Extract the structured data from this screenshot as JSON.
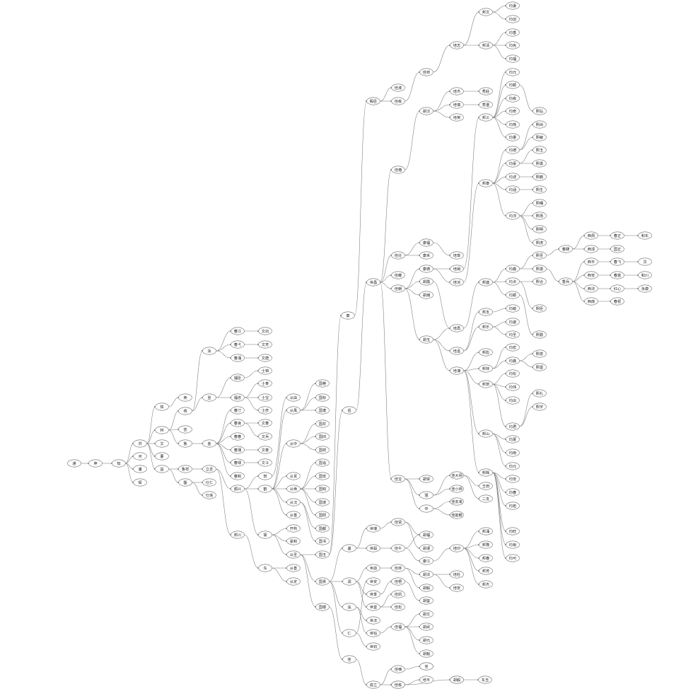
{
  "diagram": {
    "nodes": [
      {
        "id": "n0",
        "label": "通"
      },
      {
        "id": "n1",
        "label": "坤"
      },
      {
        "id": "n2",
        "label": "知"
      },
      {
        "id": "n3",
        "label": "洪"
      },
      {
        "id": "n4",
        "label": "河"
      },
      {
        "id": "n5",
        "label": "潘"
      },
      {
        "id": "n6",
        "label": "琛"
      },
      {
        "id": "n7",
        "label": "铁"
      },
      {
        "id": "n8",
        "label": "林"
      },
      {
        "id": "n9",
        "label": "文"
      },
      {
        "id": "n10",
        "label": "董"
      },
      {
        "id": "n11",
        "label": "益"
      },
      {
        "id": "n12",
        "label": "英"
      },
      {
        "id": "n13",
        "label": "燕"
      },
      {
        "id": "n14",
        "label": "佶"
      },
      {
        "id": "n15",
        "label": "鲁"
      },
      {
        "id": "n16",
        "label": "鲁祥"
      },
      {
        "id": "n17",
        "label": "馥"
      },
      {
        "id": "n18",
        "label": "泳"
      },
      {
        "id": "n19",
        "label": "昱"
      },
      {
        "id": "n20",
        "label": "金"
      },
      {
        "id": "n21",
        "label": "立丞"
      },
      {
        "id": "n22",
        "label": "仕仁"
      },
      {
        "id": "n23",
        "label": "仕信"
      },
      {
        "id": "n24",
        "label": "春江"
      },
      {
        "id": "n25",
        "label": "春弋"
      },
      {
        "id": "n26",
        "label": "春涌"
      },
      {
        "id": "n27",
        "label": "文出"
      },
      {
        "id": "n28",
        "label": "文芳"
      },
      {
        "id": "n29",
        "label": "文唐"
      },
      {
        "id": "n30",
        "label": "福臣"
      },
      {
        "id": "n31",
        "label": "福忠"
      },
      {
        "id": "n32",
        "label": "士锦"
      },
      {
        "id": "n33",
        "label": "士奉"
      },
      {
        "id": "n34",
        "label": "士宝"
      },
      {
        "id": "n35",
        "label": "士彦"
      },
      {
        "id": "n36",
        "label": "春汀"
      },
      {
        "id": "n37",
        "label": "春良"
      },
      {
        "id": "n38",
        "label": "春春"
      },
      {
        "id": "n39",
        "label": "春蒲"
      },
      {
        "id": "n40",
        "label": "春禄"
      },
      {
        "id": "n41",
        "label": "春和"
      },
      {
        "id": "n42",
        "label": "文奏"
      },
      {
        "id": "n43",
        "label": "文兵"
      },
      {
        "id": "n44",
        "label": "文泰"
      },
      {
        "id": "n45",
        "label": "文斗"
      },
      {
        "id": "n46",
        "label": "顺兴"
      },
      {
        "id": "n47",
        "label": "邦川"
      },
      {
        "id": "n48",
        "label": "筑"
      },
      {
        "id": "n49",
        "label": "鹤"
      },
      {
        "id": "n50",
        "label": "寰"
      },
      {
        "id": "n51",
        "label": "从由"
      },
      {
        "id": "n52",
        "label": "从禹"
      },
      {
        "id": "n53",
        "label": "从中"
      },
      {
        "id": "n54",
        "label": "从贯"
      },
      {
        "id": "n55",
        "label": "从舜"
      },
      {
        "id": "n56",
        "label": "从汉"
      },
      {
        "id": "n57",
        "label": "从善"
      },
      {
        "id": "n58",
        "label": "开构"
      },
      {
        "id": "n59",
        "label": "豪和"
      },
      {
        "id": "n60",
        "label": "从圣"
      },
      {
        "id": "n61",
        "label": "东"
      },
      {
        "id": "n62",
        "label": "从善"
      },
      {
        "id": "n63",
        "label": "从定"
      },
      {
        "id": "n64",
        "label": "国艳"
      },
      {
        "id": "n65",
        "label": "国标"
      },
      {
        "id": "n66",
        "label": "国谱"
      },
      {
        "id": "n67",
        "label": "国井"
      },
      {
        "id": "n68",
        "label": "国旧"
      },
      {
        "id": "n69",
        "label": "国祥"
      },
      {
        "id": "n70",
        "label": "国诣"
      },
      {
        "id": "n71",
        "label": "国安"
      },
      {
        "id": "n72",
        "label": "国知"
      },
      {
        "id": "n73",
        "label": "国道"
      },
      {
        "id": "n74",
        "label": "国阳"
      },
      {
        "id": "n75",
        "label": "国都"
      },
      {
        "id": "n76",
        "label": "国书"
      },
      {
        "id": "n77",
        "label": "国玉"
      },
      {
        "id": "n78",
        "label": "国贵"
      },
      {
        "id": "n79",
        "label": "国楼"
      },
      {
        "id": "n80",
        "label": "秦"
      },
      {
        "id": "n81",
        "label": "岳"
      },
      {
        "id": "n82",
        "label": "虞"
      },
      {
        "id": "n83",
        "label": "润"
      },
      {
        "id": "n84",
        "label": "泓"
      },
      {
        "id": "n85",
        "label": "仁"
      },
      {
        "id": "n86",
        "label": "佳"
      },
      {
        "id": "n87",
        "label": "殿臣"
      },
      {
        "id": "n88",
        "label": "世瑞"
      },
      {
        "id": "n89",
        "label": "世毂"
      },
      {
        "id": "n90",
        "label": "世勋"
      },
      {
        "id": "n91",
        "label": "世安"
      },
      {
        "id": "n92",
        "label": "世季"
      },
      {
        "id": "n93",
        "label": "世雷"
      },
      {
        "id": "n94",
        "label": "世法"
      },
      {
        "id": "n95",
        "label": "世钰"
      },
      {
        "id": "n96",
        "label": "世钧"
      },
      {
        "id": "n97",
        "label": "世昌"
      },
      {
        "id": "n98",
        "label": "成立"
      },
      {
        "id": "n99",
        "label": "佳淑"
      },
      {
        "id": "n100",
        "label": "佳栋"
      },
      {
        "id": "n101",
        "label": "佳楷"
      },
      {
        "id": "n102",
        "label": "佳壮"
      },
      {
        "id": "n103",
        "label": "佳耀"
      },
      {
        "id": "n104",
        "label": "佳朝"
      },
      {
        "id": "n105",
        "label": "佳宝"
      },
      {
        "id": "n106",
        "label": "佳贤"
      },
      {
        "id": "n107",
        "label": "佳午"
      },
      {
        "id": "n108",
        "label": "佳林"
      },
      {
        "id": "n109",
        "label": "佳梧"
      },
      {
        "id": "n110",
        "label": "佳凯"
      },
      {
        "id": "n111",
        "label": "佳松"
      },
      {
        "id": "n112",
        "label": "佳福"
      },
      {
        "id": "n113",
        "label": "佳楠"
      },
      {
        "id": "n114",
        "label": "佳栋"
      },
      {
        "id": "n115",
        "label": "佳桥"
      },
      {
        "id": "n116",
        "label": "胡汉"
      },
      {
        "id": "n117",
        "label": "康福"
      },
      {
        "id": "n118",
        "label": "康禾"
      },
      {
        "id": "n119",
        "label": "康德"
      },
      {
        "id": "n120",
        "label": "胡露"
      },
      {
        "id": "n121",
        "label": "胡瀚"
      },
      {
        "id": "n122",
        "label": "胡玉"
      },
      {
        "id": "n123",
        "label": "胡贤"
      },
      {
        "id": "n124",
        "label": "瑾"
      },
      {
        "id": "n125",
        "label": "中"
      },
      {
        "id": "n126",
        "label": "胡福"
      },
      {
        "id": "n127",
        "label": "胡漫"
      },
      {
        "id": "n128",
        "label": "康江"
      },
      {
        "id": "n129",
        "label": "胡法"
      },
      {
        "id": "n130",
        "label": "胡毅"
      },
      {
        "id": "n131",
        "label": "胡鉴"
      },
      {
        "id": "n132",
        "label": "胡文"
      },
      {
        "id": "n133",
        "label": "胡武"
      },
      {
        "id": "n134",
        "label": "胡元"
      },
      {
        "id": "n135",
        "label": "胡魁"
      },
      {
        "id": "n136",
        "label": "胡美"
      },
      {
        "id": "n137",
        "label": "培平"
      },
      {
        "id": "n138",
        "label": "培杰"
      },
      {
        "id": "n139",
        "label": "培慎"
      },
      {
        "id": "n140",
        "label": "培英"
      },
      {
        "id": "n141",
        "label": "培章"
      },
      {
        "id": "n142",
        "label": "培闽"
      },
      {
        "id": "n143",
        "label": "培沧"
      },
      {
        "id": "n144",
        "label": "培再"
      },
      {
        "id": "n145",
        "label": "培孟"
      },
      {
        "id": "n146",
        "label": "培濠"
      },
      {
        "id": "n147",
        "label": "培志"
      },
      {
        "id": "n148",
        "label": "佳大师"
      },
      {
        "id": "n149",
        "label": "佳小师"
      },
      {
        "id": "n150",
        "label": "佳去来"
      },
      {
        "id": "n151",
        "label": "佳能鞍"
      },
      {
        "id": "n152",
        "label": "培印"
      },
      {
        "id": "n153",
        "label": "培杜"
      },
      {
        "id": "n154",
        "label": "培安"
      },
      {
        "id": "n155",
        "label": "邦文"
      },
      {
        "id": "n156",
        "label": "邦清"
      },
      {
        "id": "n157",
        "label": "秀莊"
      },
      {
        "id": "n158",
        "label": "秀晋"
      },
      {
        "id": "n159",
        "label": "邦义"
      },
      {
        "id": "n160",
        "label": "邦泰"
      },
      {
        "id": "n161",
        "label": "邦盛"
      },
      {
        "id": "n162",
        "label": "邦支"
      },
      {
        "id": "n163",
        "label": "邦乐"
      },
      {
        "id": "n164",
        "label": "邦彪"
      },
      {
        "id": "n165",
        "label": "邦林"
      },
      {
        "id": "n166",
        "label": "邦筑"
      },
      {
        "id": "n167",
        "label": "邦山"
      },
      {
        "id": "n168",
        "label": "邦辉"
      },
      {
        "id": "n169",
        "label": "王田"
      },
      {
        "id": "n170",
        "label": "二支"
      },
      {
        "id": "n171",
        "label": "邦涌"
      },
      {
        "id": "n172",
        "label": "邦豫"
      },
      {
        "id": "n173",
        "label": "邦春"
      },
      {
        "id": "n174",
        "label": "邦芳"
      },
      {
        "id": "n175",
        "label": "邦杰"
      },
      {
        "id": "n176",
        "label": "均妻"
      },
      {
        "id": "n177",
        "label": "均创"
      },
      {
        "id": "n178",
        "label": "均香"
      },
      {
        "id": "n179",
        "label": "均宪"
      },
      {
        "id": "n180",
        "label": "均福"
      },
      {
        "id": "n181",
        "label": "均元"
      },
      {
        "id": "n182",
        "label": "均颖"
      },
      {
        "id": "n183",
        "label": "均栋"
      },
      {
        "id": "n184",
        "label": "均奇"
      },
      {
        "id": "n185",
        "label": "均熊"
      },
      {
        "id": "n186",
        "label": "均量"
      },
      {
        "id": "n187",
        "label": "均德"
      },
      {
        "id": "n188",
        "label": "均豪"
      },
      {
        "id": "n189",
        "label": "均述"
      },
      {
        "id": "n190",
        "label": "均涵"
      },
      {
        "id": "n191",
        "label": "均洋"
      },
      {
        "id": "n192",
        "label": "均鑫"
      },
      {
        "id": "n193",
        "label": "均贞"
      },
      {
        "id": "n194",
        "label": "均颖"
      },
      {
        "id": "n195",
        "label": "均峻"
      },
      {
        "id": "n196",
        "label": "均姿"
      },
      {
        "id": "n197",
        "label": "均圣"
      },
      {
        "id": "n198",
        "label": "均宏"
      },
      {
        "id": "n199",
        "label": "均鑫"
      },
      {
        "id": "n200",
        "label": "均松"
      },
      {
        "id": "n201",
        "label": "均伟"
      },
      {
        "id": "n202",
        "label": "均出"
      },
      {
        "id": "n203",
        "label": "均君"
      },
      {
        "id": "n204",
        "label": "均夏"
      },
      {
        "id": "n205",
        "label": "均雨"
      },
      {
        "id": "n206",
        "label": "均元"
      },
      {
        "id": "n207",
        "label": "均安"
      },
      {
        "id": "n208",
        "label": "均春"
      },
      {
        "id": "n209",
        "label": "均拓"
      },
      {
        "id": "n210",
        "label": "均旺"
      },
      {
        "id": "n211",
        "label": "均裕"
      },
      {
        "id": "n212",
        "label": "均可"
      },
      {
        "id": "n213",
        "label": "熙弘"
      },
      {
        "id": "n214",
        "label": "熙尚"
      },
      {
        "id": "n215",
        "label": "熙敏"
      },
      {
        "id": "n216",
        "label": "熙玉"
      },
      {
        "id": "n217",
        "label": "熙勇"
      },
      {
        "id": "n218",
        "label": "熙鹏"
      },
      {
        "id": "n219",
        "label": "熙生"
      },
      {
        "id": "n220",
        "label": "熙曙"
      },
      {
        "id": "n221",
        "label": "熙扬"
      },
      {
        "id": "n222",
        "label": "熙明"
      },
      {
        "id": "n223",
        "label": "熙虎"
      },
      {
        "id": "n224",
        "label": "熙圣"
      },
      {
        "id": "n225",
        "label": "熙勇"
      },
      {
        "id": "n226",
        "label": "熙合"
      },
      {
        "id": "n227",
        "label": "熙臣"
      },
      {
        "id": "n228",
        "label": "熙勤"
      },
      {
        "id": "n229",
        "label": "熙泉"
      },
      {
        "id": "n230",
        "label": "熙雷"
      },
      {
        "id": "n231",
        "label": "熙礼"
      },
      {
        "id": "n232",
        "label": "熙宇"
      },
      {
        "id": "n233",
        "label": "春肆"
      },
      {
        "id": "n234",
        "label": "西周"
      },
      {
        "id": "n235",
        "label": "西漆"
      },
      {
        "id": "n236",
        "label": "香兵"
      },
      {
        "id": "n237",
        "label": "西平"
      },
      {
        "id": "n238",
        "label": "西安"
      },
      {
        "id": "n239",
        "label": "西法"
      },
      {
        "id": "n240",
        "label": "西南"
      },
      {
        "id": "n241",
        "label": "春正"
      },
      {
        "id": "n242",
        "label": "国正"
      },
      {
        "id": "n243",
        "label": "春飞"
      },
      {
        "id": "n244",
        "label": "春富"
      },
      {
        "id": "n245",
        "label": "红心"
      },
      {
        "id": "n246",
        "label": "春祝"
      },
      {
        "id": "n247",
        "label": "和东"
      },
      {
        "id": "n248",
        "label": "汶"
      },
      {
        "id": "n249",
        "label": "和川"
      },
      {
        "id": "n250",
        "label": "永康"
      },
      {
        "id": "n251",
        "label": "佳"
      },
      {
        "id": "n252",
        "label": "佳栋"
      },
      {
        "id": "n253",
        "label": "胡法"
      },
      {
        "id": "n254",
        "label": "胡毅"
      },
      {
        "id": "n255",
        "label": "东玉"
      }
    ]
  }
}
